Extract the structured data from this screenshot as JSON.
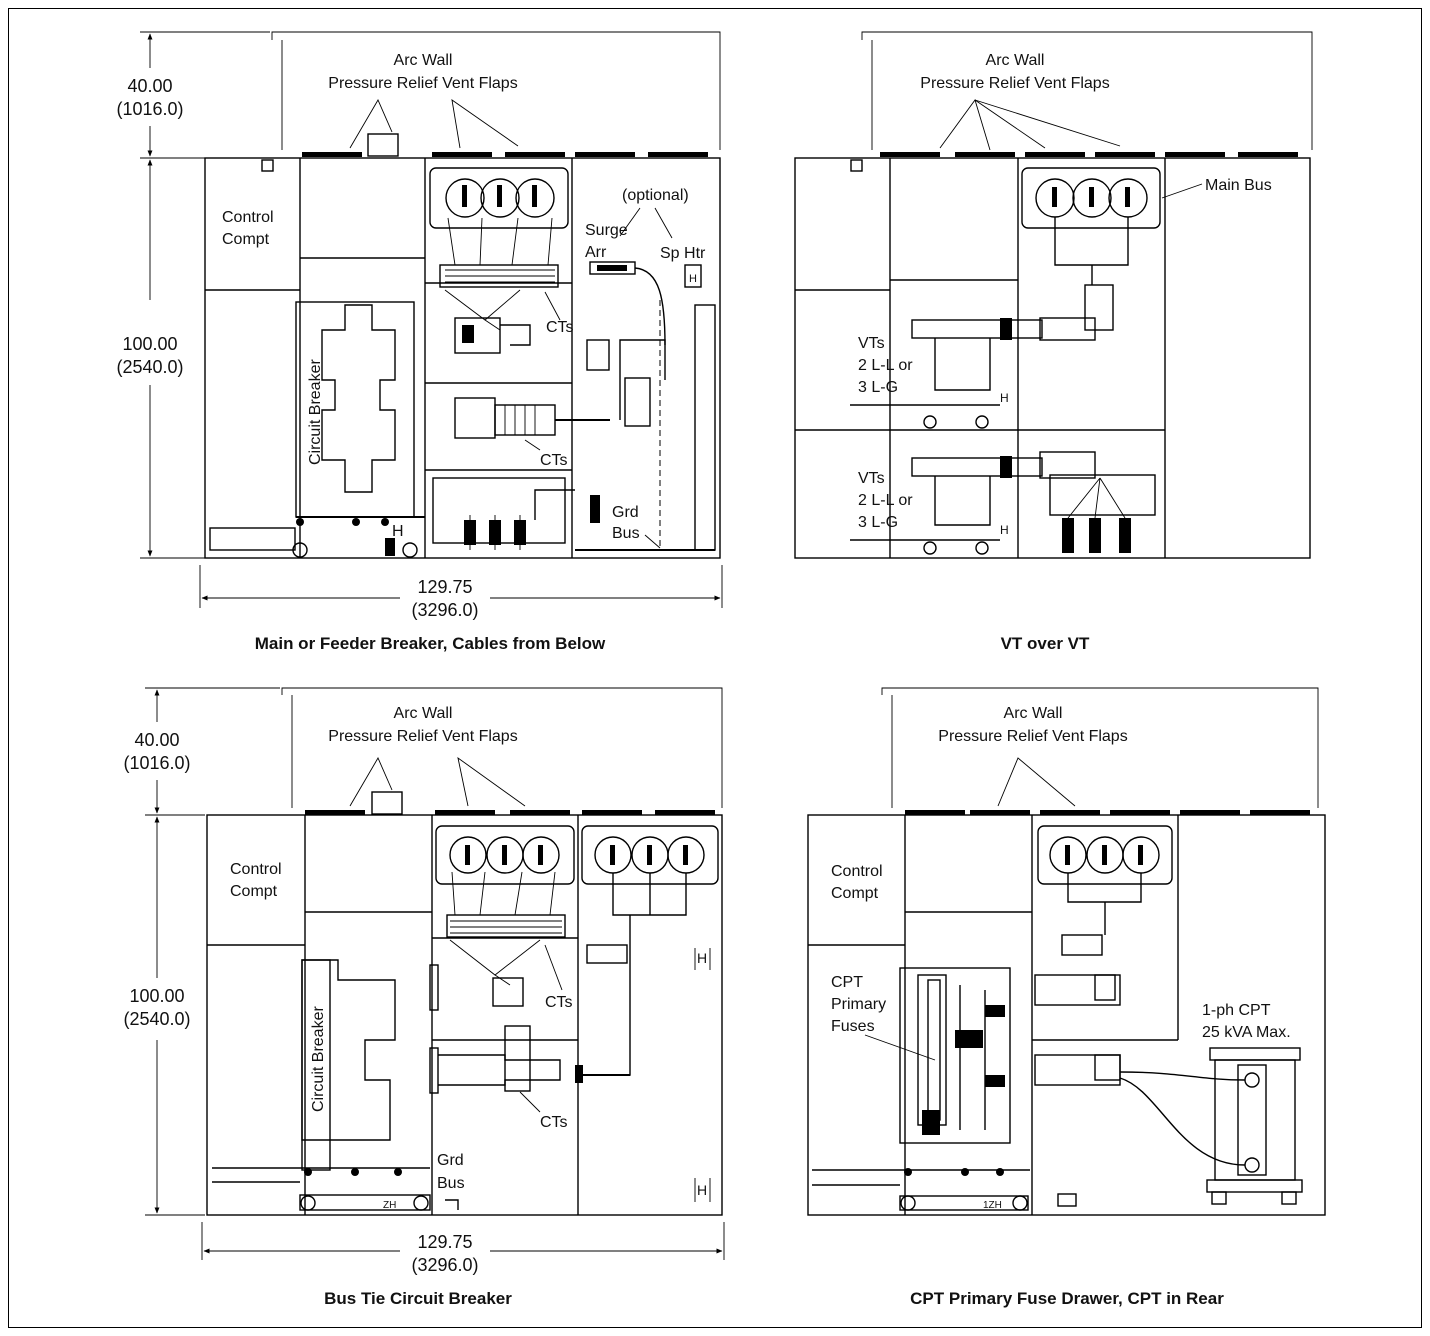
{
  "labels": {
    "arc_wall": "Arc Wall",
    "vent_flaps": "Pressure Relief Vent Flaps",
    "dim_top": "40.00",
    "dim_top_mm": "(1016.0)",
    "dim_side": "100.00",
    "dim_side_mm": "(2540.0)",
    "dim_width": "129.75",
    "dim_width_mm": "(3296.0)",
    "control": "Control",
    "compt": "Compt",
    "circuit_breaker": "Circuit Breaker",
    "cts": "CTs",
    "optional": "(optional)",
    "surge": "Surge",
    "arr": "Arr",
    "sp_htr": "Sp Htr",
    "grd": "Grd",
    "bus": "Bus",
    "main_bus": "Main Bus",
    "vts": "VTs",
    "ll": "2 L-L or",
    "lg": "3 L-G",
    "cpt": "CPT",
    "primary": "Primary",
    "fuses": "Fuses",
    "cpt1": "1-ph CPT",
    "cpt_kva": "25 kVA Max.",
    "h": "H",
    "zh": "ZH",
    "one_zh": "1ZH"
  },
  "captions": {
    "tl": "Main or Feeder Breaker, Cables from Below",
    "tr": "VT over VT",
    "bl": "Bus Tie Circuit Breaker",
    "br": "CPT Primary Fuse Drawer, CPT in Rear"
  }
}
